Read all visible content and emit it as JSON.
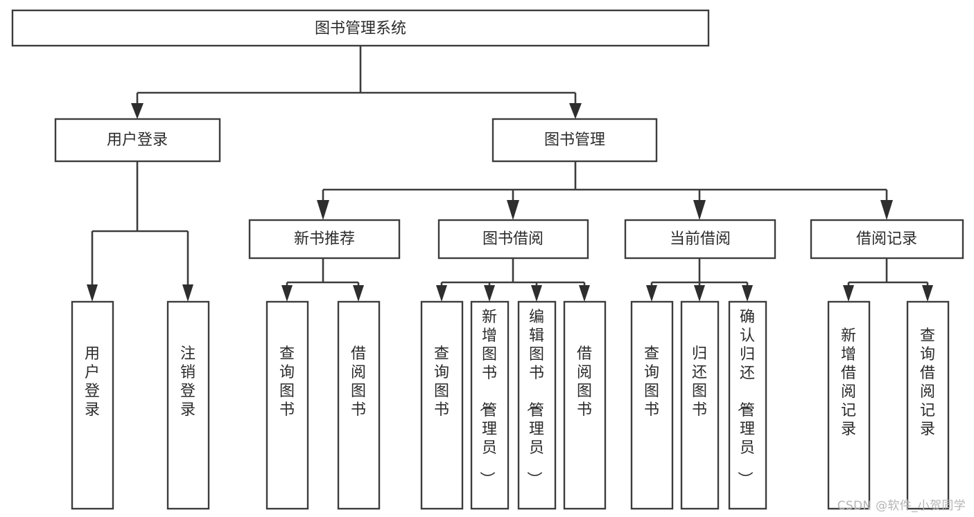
{
  "diagram": {
    "title": "图书管理系统",
    "type": "tree-hierarchy",
    "root": {
      "id": "root",
      "label": "图书管理系统"
    },
    "level1": [
      {
        "id": "user-login",
        "label": "用户登录"
      },
      {
        "id": "book-manage",
        "label": "图书管理"
      }
    ],
    "level2": [
      {
        "id": "new-book-recommend",
        "label": "新书推荐",
        "parent": "book-manage"
      },
      {
        "id": "book-borrow",
        "label": "图书借阅",
        "parent": "book-manage"
      },
      {
        "id": "current-borrow",
        "label": "当前借阅",
        "parent": "book-manage"
      },
      {
        "id": "borrow-record",
        "label": "借阅记录",
        "parent": "book-manage"
      }
    ],
    "leaves": [
      {
        "id": "leaf-user-login",
        "label": "用户登录",
        "parent": "user-login"
      },
      {
        "id": "leaf-logout",
        "label": "注销登录",
        "parent": "user-login"
      },
      {
        "id": "leaf-query-book-1",
        "label": "查询图书",
        "parent": "new-book-recommend"
      },
      {
        "id": "leaf-borrow-book-1",
        "label": "借阅图书",
        "parent": "new-book-recommend"
      },
      {
        "id": "leaf-query-book-2",
        "label": "查询图书",
        "parent": "book-borrow"
      },
      {
        "id": "leaf-add-book",
        "label": "新增图书（管理员）",
        "parent": "book-borrow"
      },
      {
        "id": "leaf-edit-book",
        "label": "编辑图书（管理员）",
        "parent": "book-borrow"
      },
      {
        "id": "leaf-borrow-book-2",
        "label": "借阅图书",
        "parent": "book-borrow"
      },
      {
        "id": "leaf-query-book-3",
        "label": "查询图书",
        "parent": "current-borrow"
      },
      {
        "id": "leaf-return-book",
        "label": "归还图书",
        "parent": "current-borrow"
      },
      {
        "id": "leaf-confirm-return",
        "label": "确认归还（管理员）",
        "parent": "current-borrow"
      },
      {
        "id": "leaf-add-record",
        "label": "新增借阅记录",
        "parent": "borrow-record"
      },
      {
        "id": "leaf-query-record",
        "label": "查询借阅记录",
        "parent": "borrow-record"
      }
    ]
  },
  "watermark": {
    "text": "CSDN @软件_小贺同学"
  },
  "colors": {
    "box_stroke": "#3c3c3c",
    "connector": "#3c3c3c",
    "text": "#2b2b2b",
    "background": "#ffffff",
    "watermark": "#b4b4b4"
  }
}
